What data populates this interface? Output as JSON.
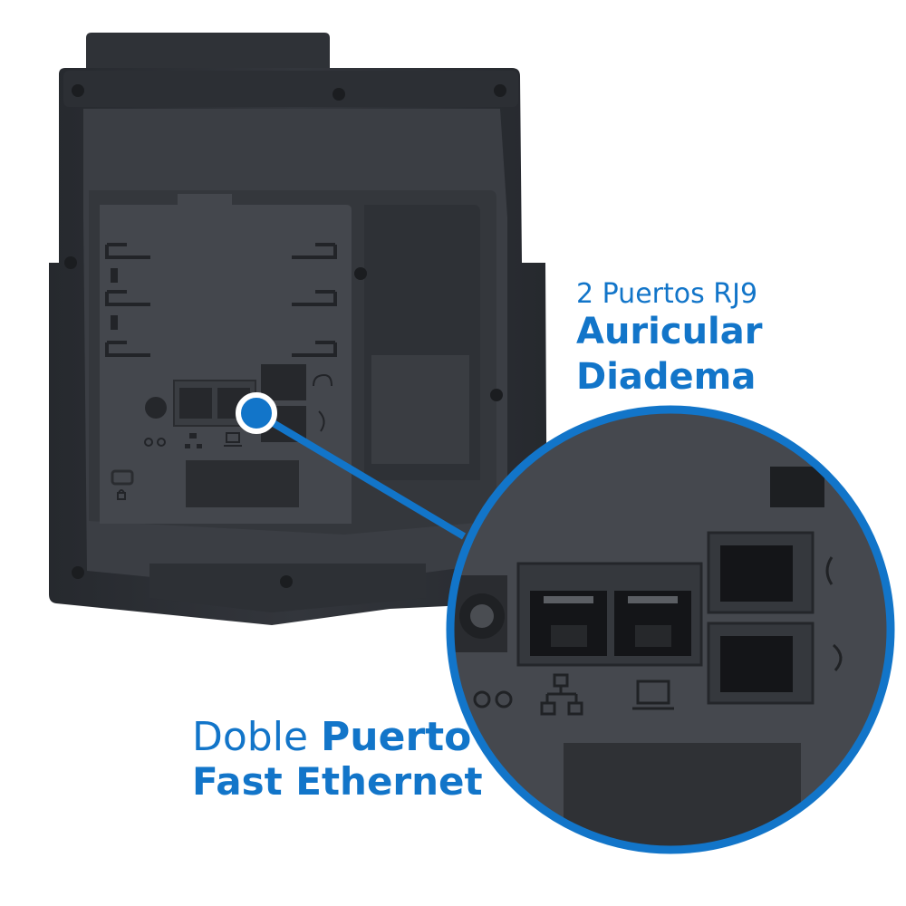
{
  "colors": {
    "accent": "#1275c9",
    "device_dark": "#2b2e34",
    "device_mid": "#3a3d43",
    "device_panel": "#44474d",
    "background": "#ffffff"
  },
  "callouts": {
    "rj9": {
      "line1": "2 Puertos RJ9",
      "line2": "Auricular",
      "line3": "Diadema"
    },
    "ethernet": {
      "word1": "Doble",
      "word2": "Puerto",
      "line2": "Fast Ethernet"
    }
  },
  "icons": [
    "dc-power-icon",
    "network-icon",
    "pc-icon",
    "headset-icon",
    "handset-icon",
    "lock-icon",
    "callout-dot-icon"
  ]
}
